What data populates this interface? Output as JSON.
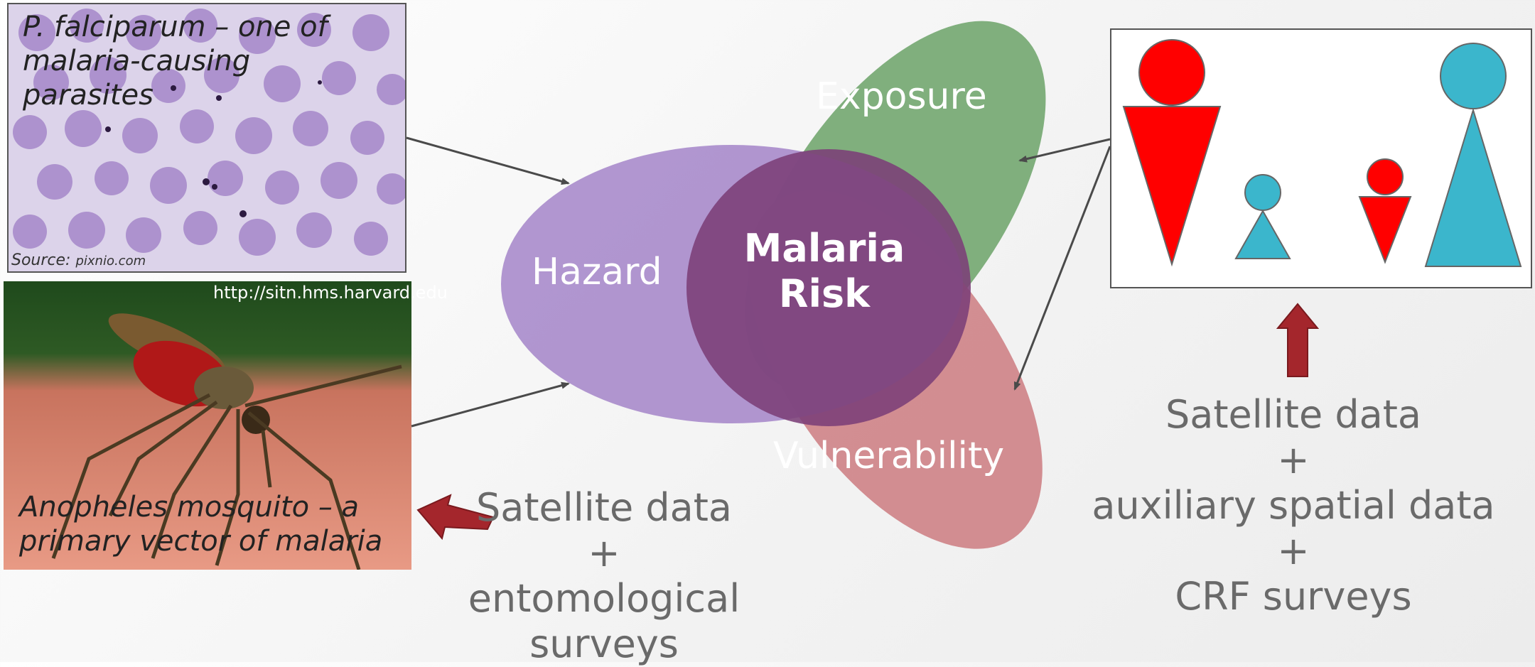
{
  "images": {
    "blood_smear": {
      "caption": "P. falciparum – one of\nmalaria-causing\nparasites",
      "source_prefix": "Source: ",
      "source_site": "pixnio.com"
    },
    "mosquito": {
      "watermark": "http://sitn.hms.harvard.edu",
      "caption": "Anopheles mosquito – a\nprimary vector of malaria"
    }
  },
  "venn": {
    "exposure": "Exposure",
    "hazard": "Hazard",
    "vulnerability": "Vulnerability",
    "center_line1": "Malaria",
    "center_line2": "Risk"
  },
  "left_sources": {
    "line1": "Satellite data",
    "line2": "+",
    "line3": "entomological",
    "line4": "surveys"
  },
  "right_sources": {
    "line1": "Satellite data",
    "line2": "+",
    "line3": "auxiliary spatial data",
    "line4": "+",
    "line5": "CRF surveys"
  },
  "colors": {
    "exposure": "#6fa56c",
    "hazard": "#a98bcb",
    "vulnerability": "#cc7b80",
    "center": "#7b3f78",
    "arrow_red": "#a4262c",
    "female_red": "#ff0000",
    "male_blue": "#3bb6cc",
    "text_gray": "#6a6a6a"
  },
  "household_figures": [
    "adult-female-figure",
    "child-male-figure",
    "child-female-figure",
    "adult-male-figure"
  ]
}
